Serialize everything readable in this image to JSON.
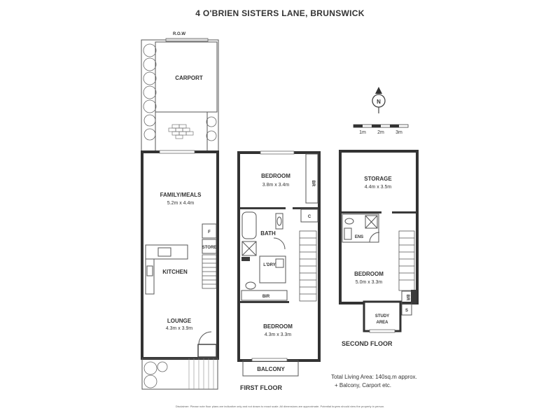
{
  "title": "4 O'BRIEN SISTERS LANE, BRUNSWICK",
  "ground": {
    "row_label": "R.O.W",
    "carport": "CARPORT",
    "family_meals": "FAMILY/MEALS",
    "family_meals_dim": "5.2m x 4.4m",
    "f_label": "F",
    "store": "STORE",
    "kitchen": "KITCHEN",
    "lounge": "LOUNGE",
    "lounge_dim": "4.3m x 3.9m"
  },
  "first": {
    "name": "FIRST FLOOR",
    "bedroom1": "BEDROOM",
    "bedroom1_dim": "3.8m x 3.4m",
    "br": "BR",
    "c": "C",
    "bath": "BATH",
    "ldry": "L'DRY",
    "bir": "BIR",
    "bedroom2": "BEDROOM",
    "bedroom2_dim": "4.3m x 3.3m",
    "balcony": "BALCONY"
  },
  "second": {
    "name": "SECOND FLOOR",
    "storage": "STORAGE",
    "storage_dim": "4.4m x 3.5m",
    "ens": "ENS",
    "bedroom": "BEDROOM",
    "bedroom_dim": "5.0m x 3.3m",
    "br": "BR",
    "s": "S",
    "study": "STUDY",
    "area": "AREA"
  },
  "scale": {
    "n": "N",
    "m1": "1m",
    "m2": "2m",
    "m3": "3m"
  },
  "summary": {
    "line1": "Total Living Area: 140sq.m approx.",
    "line2": "+ Balcony, Carport etc."
  },
  "disclaimer": "Disclaimer: Please note floor plans are indicative only and not drawn to exact scale. All dimensions are approximate. Potential buyers should view the property in person."
}
